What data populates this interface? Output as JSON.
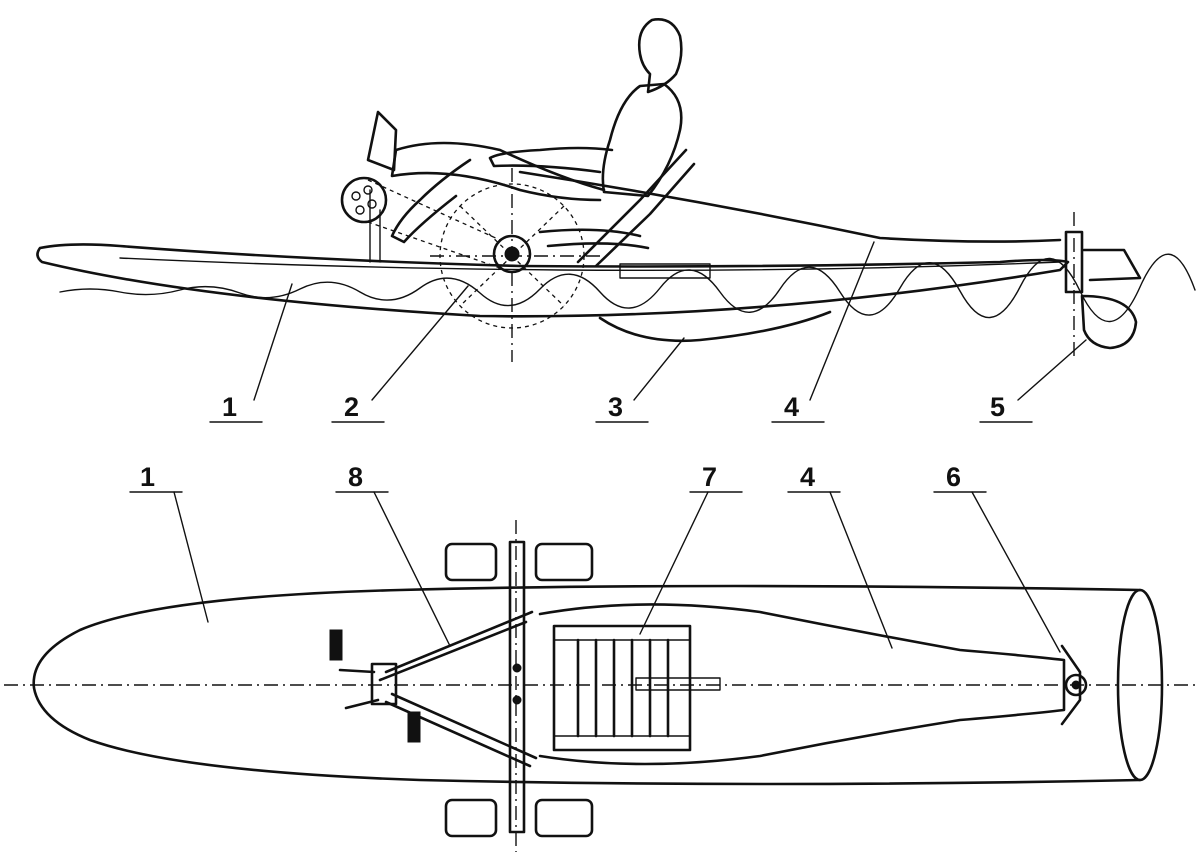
{
  "callouts": {
    "side": [
      {
        "id": "c1",
        "text": "1"
      },
      {
        "id": "c2",
        "text": "2"
      },
      {
        "id": "c3",
        "text": "3"
      },
      {
        "id": "c4",
        "text": "4"
      },
      {
        "id": "c5",
        "text": "5"
      }
    ],
    "top": [
      {
        "id": "t1",
        "text": "1"
      },
      {
        "id": "t8",
        "text": "8"
      },
      {
        "id": "t7",
        "text": "7"
      },
      {
        "id": "t4",
        "text": "4"
      },
      {
        "id": "t6",
        "text": "6"
      }
    ]
  }
}
